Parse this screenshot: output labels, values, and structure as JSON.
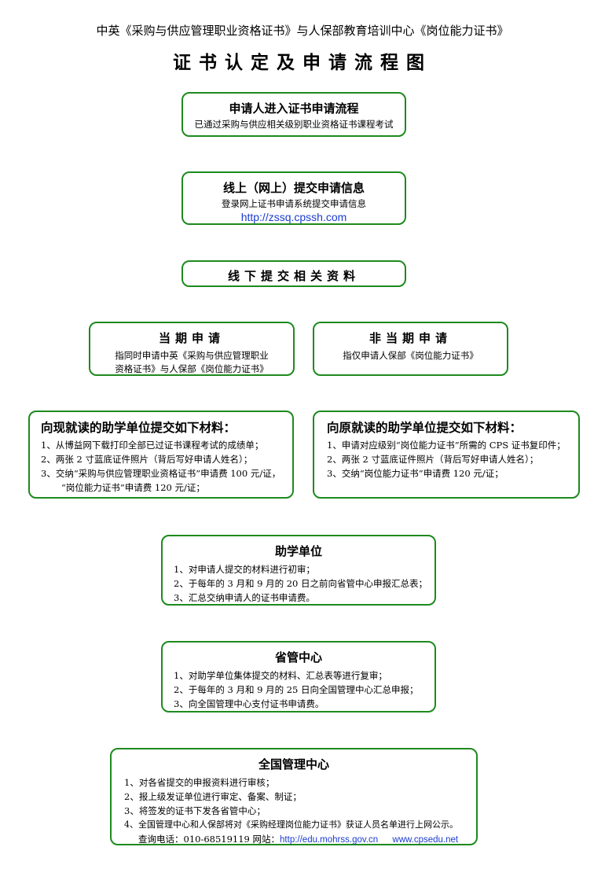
{
  "header": "中英《采购与供应管理职业资格证书》与人保部教育培训中心《岗位能力证书》",
  "title": "证书认定及申请流程图",
  "colors": {
    "border": "#1e8a1e",
    "green": "#0b8a14",
    "red": "#ff1010",
    "blue": "#1010f0",
    "darkred": "#7a0000",
    "link": "#1a3ccf"
  },
  "step1": {
    "title": "申请人进入证书申请流程",
    "sub": "已通过采购与供应相关级别职业资格证书课程考试"
  },
  "step2": {
    "title": "线上（网上）提交申请信息",
    "sub": "登录网上证书申请系统提交申请信息",
    "url": "http://zssq.cpssh.com"
  },
  "step3": {
    "title": "线下提交相关资料"
  },
  "current": {
    "title": "当期申请",
    "lines": [
      "指同时申请中英《采购与供应管理职业",
      "资格证书》与人保部《岗位能力证书》"
    ]
  },
  "noncurrent": {
    "title": "非当期申请",
    "lines": [
      "指仅申请人保部《岗位能力证书》"
    ]
  },
  "materials_current": {
    "title": "向现就读的助学单位提交如下材料：",
    "items": [
      "1、从博益网下载打印全部已过证书课程考试的成绩单；",
      "2、两张 2 寸蓝底证件照片（背后写好申请人姓名）；",
      "3、交纳“采购与供应管理职业资格证书”申请费 100 元/证，",
      "“岗位能力证书”申请费 120 元/证；"
    ]
  },
  "materials_noncurrent": {
    "title": "向原就读的助学单位提交如下材料：",
    "items": [
      "1、申请对应级别“岗位能力证书”所需的 CPS 证书复印件；",
      "2、两张 2 寸蓝底证件照片（背后写好申请人姓名）；",
      "3、交纳“岗位能力证书”申请费 120 元/证；"
    ]
  },
  "school": {
    "title": "助学单位",
    "items": [
      "1、对申请人提交的材料进行初审；",
      "2、于每年的 3 月和 9 月的 20 日之前向省管中心申报汇总表；",
      "3、汇总交纳申请人的证书申请费。"
    ]
  },
  "province": {
    "title": "省管中心",
    "items": [
      "1、对助学单位集体提交的材料、汇总表等进行复审；",
      "2、于每年的 3 月和 9 月的 25 日向全国管理中心汇总申报；",
      "3、向全国管理中心支付证书申请费。"
    ]
  },
  "national": {
    "title": "全国管理中心",
    "items": [
      "1、对各省提交的申报资料进行审核；",
      "2、报上级发证单位进行审定、备案、制证；",
      "3、将签发的证书下发各省管中心；",
      "4、全国管理中心和人保部将对《采购经理岗位能力证书》获证人员名单进行上网公示。"
    ],
    "contact_label": "查询电话：010-68519119  网站：",
    "site1": "http://edu.mohrss.gov.cn",
    "site2": "www.cpsedu.net"
  }
}
